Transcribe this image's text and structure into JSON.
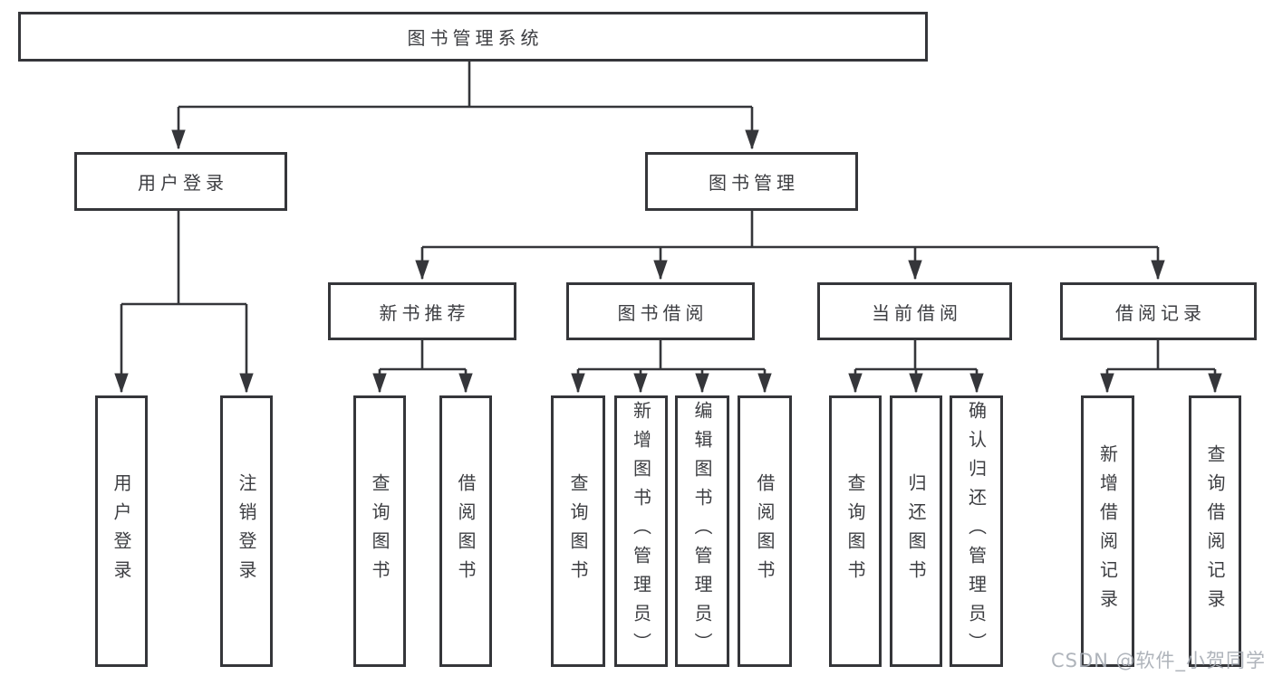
{
  "tree": {
    "label": "图书管理系统",
    "children": [
      {
        "label": "用户登录",
        "children": [
          {
            "label": "用户登录"
          },
          {
            "label": "注销登录"
          }
        ]
      },
      {
        "label": "图书管理",
        "children": [
          {
            "label": "新书推荐",
            "children": [
              {
                "label": "查询图书"
              },
              {
                "label": "借阅图书"
              }
            ]
          },
          {
            "label": "图书借阅",
            "children": [
              {
                "label": "查询图书"
              },
              {
                "label": "新增图书（管理员）"
              },
              {
                "label": "编辑图书（管理员）"
              },
              {
                "label": "借阅图书"
              }
            ]
          },
          {
            "label": "当前借阅",
            "children": [
              {
                "label": "查询图书"
              },
              {
                "label": "归还图书"
              },
              {
                "label": "确认归还（管理员）"
              }
            ]
          },
          {
            "label": "借阅记录",
            "children": [
              {
                "label": "新增借阅记录"
              },
              {
                "label": "查询借阅记录"
              }
            ]
          }
        ]
      }
    ]
  },
  "watermark": {
    "text": "CSDN @软件_小贺同学"
  },
  "colors": {
    "line": "#35363a",
    "box_border": "#35363a",
    "text": "#3d3e42",
    "watermark": "#a9aeb6",
    "background": "#ffffff"
  }
}
